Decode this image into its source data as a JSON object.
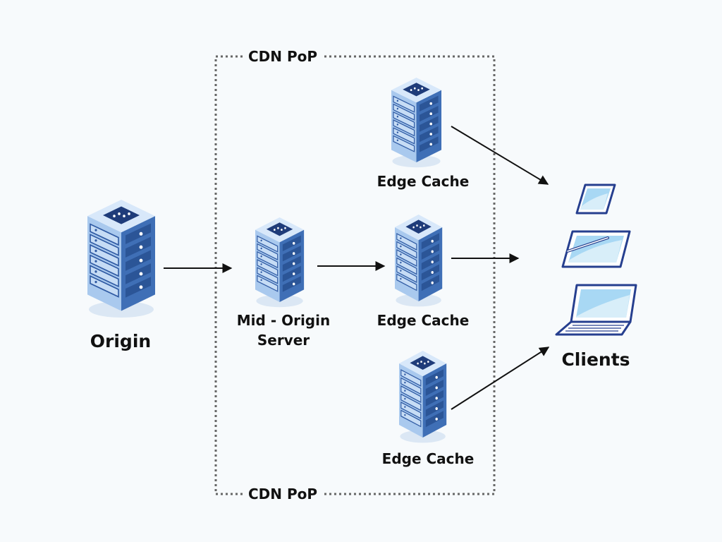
{
  "labels": {
    "pop_top": "CDN PoP",
    "pop_bottom": "CDN PoP",
    "origin": "Origin",
    "mid_origin_line1": "Mid - Origin",
    "mid_origin_line2": "Server",
    "edge_top": "Edge Cache",
    "edge_middle": "Edge Cache",
    "edge_bottom": "Edge Cache",
    "clients": "Clients"
  },
  "colors": {
    "server_front": "#a9c9ee",
    "server_side": "#3f6fb6",
    "server_top": "#d8e8fa",
    "server_top_panel": "#1f3c7a",
    "device_outline": "#263f8f",
    "screen_fill": "#a8d8f4",
    "arrow": "#111111",
    "pop_border": "#666666"
  },
  "icons": [
    "server-icon",
    "smartphone-icon",
    "tablet-icon",
    "stylus-icon",
    "laptop-icon"
  ]
}
